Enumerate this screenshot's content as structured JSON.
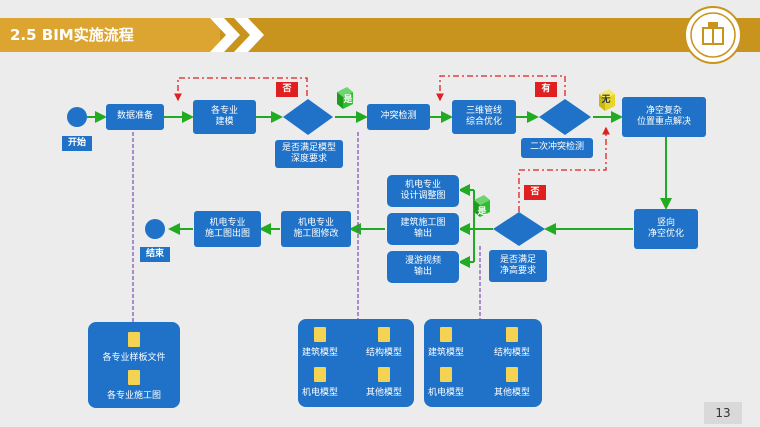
{
  "header": {
    "title": "2.5 BIM实施流程"
  },
  "flow": {
    "start": "开始",
    "data_prep": "数据准备",
    "modeling_1": "各专业",
    "modeling_2": "建模",
    "check_model_1": "是否满足模型",
    "check_model_2": "深度要求",
    "no": "否",
    "yes": "是",
    "has": "有",
    "none": "无",
    "clash": "冲突检测",
    "pipe_1": "三维管线",
    "pipe_2": "综合优化",
    "second_clash": "二次冲突检测",
    "resolve_1": "净空复杂",
    "resolve_2": "位置重点解决",
    "vert_1": "竖向",
    "vert_2": "净空优化",
    "check_height_1": "是否满足",
    "check_height_2": "净高要求",
    "mep_adjust_1": "机电专业",
    "mep_adjust_2": "设计调整图",
    "constr_out_1": "建筑施工图",
    "constr_out_2": "输出",
    "walk_1": "漫游视频",
    "walk_2": "输出",
    "mep_modify_1": "机电专业",
    "mep_modify_2": "施工图修改",
    "mep_drawing_1": "机电专业",
    "mep_drawing_2": "施工图出图",
    "end": "结束"
  },
  "panels": {
    "left": [
      "各专业样板文件",
      "各专业施工图"
    ],
    "mid": [
      "建筑模型",
      "结构模型",
      "机电模型",
      "其他模型"
    ],
    "right": [
      "建筑模型",
      "结构模型",
      "机电模型",
      "其他模型"
    ]
  },
  "footer": {
    "page": "13"
  },
  "colors": {
    "accent": "#c9941e",
    "box": "#1f72c7",
    "arrow": "#22aa22",
    "loop": "#e02020",
    "doc": "#f4d252"
  }
}
